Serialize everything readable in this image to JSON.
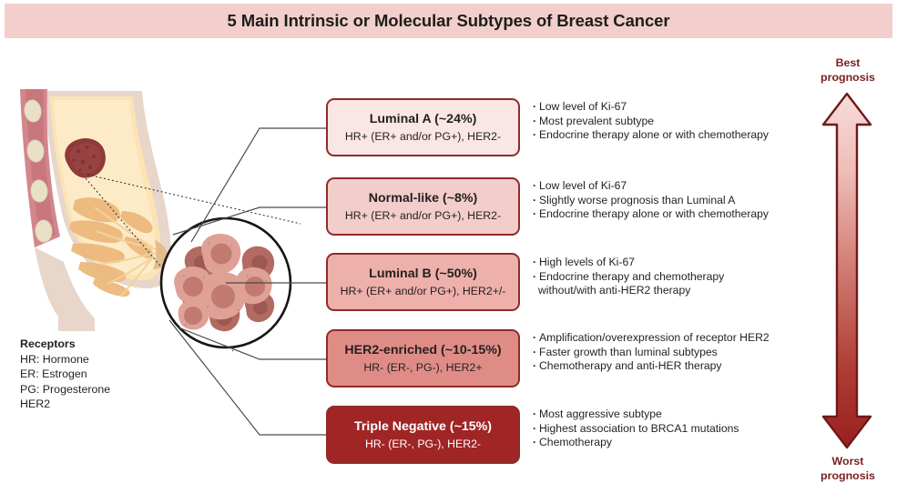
{
  "title": "5 Main Intrinsic or Molecular Subtypes of Breast Cancer",
  "colors": {
    "header_band": "#F2CFCC",
    "box_border": "#8F2B2B",
    "arrow_top": "#F5D3D0",
    "arrow_bottom": "#A32323",
    "label_text": "#7B2020",
    "tumor": "#8E3A3A"
  },
  "subtypes": [
    {
      "name": "Luminal A (~24%)",
      "receptor_status": "HR+ (ER+ and/or PG+), HER2-",
      "fill": "#FAE6E4",
      "text_color": "#1d1d1d",
      "bullets": [
        "Low level of Ki-67",
        "Most prevalent subtype",
        "Endocrine therapy alone or with chemotherapy"
      ]
    },
    {
      "name": "Normal-like (~8%)",
      "receptor_status": "HR+ (ER+ and/or PG+), HER2-",
      "fill": "#F2CDC9",
      "text_color": "#1d1d1d",
      "bullets": [
        "Low level of Ki-67",
        "Slightly worse prognosis than Luminal A",
        "Endocrine therapy alone or with chemotherapy"
      ]
    },
    {
      "name": "Luminal B (~50%)",
      "receptor_status": "HR+ (ER+ and/or PG+), HER2+/-",
      "fill": "#EDB0AB",
      "text_color": "#1d1d1d",
      "bullets": [
        "High levels of Ki-67",
        "Endocrine therapy and chemotherapy"
      ],
      "continuation": "without/with anti-HER2 therapy"
    },
    {
      "name": "HER2-enriched (~10-15%)",
      "receptor_status": "HR- (ER-, PG-), HER2+",
      "fill": "#E08C86",
      "text_color": "#1d1d1d",
      "bullets": [
        "Amplification/overexpression of receptor HER2",
        "Faster growth than luminal subtypes",
        "Chemotherapy and anti-HER therapy"
      ]
    },
    {
      "name": "Triple Negative (~15%)",
      "receptor_status": "HR- (ER-, PG-), HER2-",
      "fill": "#A02525",
      "text_color": "#ffffff",
      "bullets": [
        "Most aggressive subtype",
        "Highest association to BRCA1 mutations",
        "Chemotherapy"
      ]
    }
  ],
  "receptors_legend": {
    "heading": "Receptors",
    "items": [
      "HR: Hormone",
      "ER: Estrogen",
      "PG: Progesterone",
      "HER2"
    ]
  },
  "prognosis_axis": {
    "best_label_line1": "Best",
    "best_label_line2": "prognosis",
    "worst_label_line1": "Worst",
    "worst_label_line2": "prognosis"
  }
}
